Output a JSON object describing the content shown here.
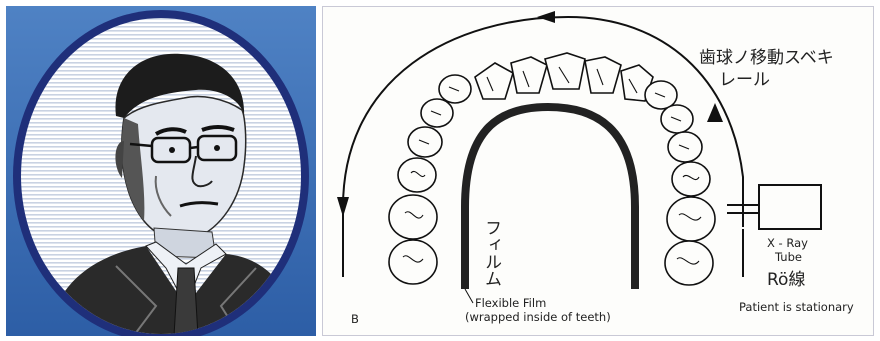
{
  "portrait": {
    "frame_color": "#1f2f7a",
    "background_color": "#3f6fb3"
  },
  "diagram": {
    "panel_letter": "B",
    "rail_title_line1": "歯球ノ移動スベキ",
    "rail_title_line2": "レール",
    "film_jp_label": "フィルム",
    "film_label_line1": "Flexible Film",
    "film_label_line2": "(wrapped inside of teeth)",
    "tube_label_line1": "X - Ray",
    "tube_label_line2": "Tube",
    "tube_label_jp": "Rö線",
    "patient_label": "Patient is stationary"
  }
}
